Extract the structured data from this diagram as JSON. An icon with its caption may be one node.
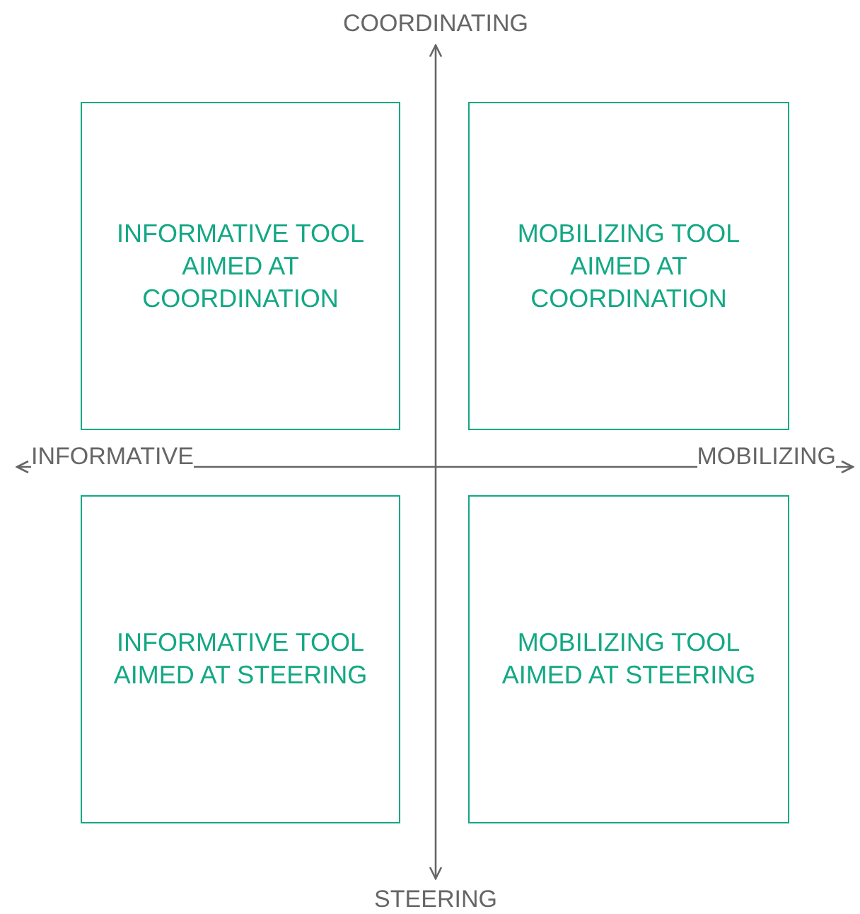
{
  "diagram": {
    "nodes": [
      {
        "text": [
          "INFORMATIVE TOOL AIMED AT COORDINATION"
        ]
      },
      {
        "text": [
          "MOBILIZING TOOL AIMED AT COORDINATION"
        ]
      },
      {
        "text": [
          "INFORMATIVE TOOL AIMED AT STEERING"
        ]
      },
      {
        "text": [
          "MOBILIZING TOOL AIMED AT STEERING"
        ]
      }
    ],
    "labels": [
      "COORDINATING",
      "INFORMATIVE",
      "MOBILIZING",
      "STEERING"
    ]
  }
}
